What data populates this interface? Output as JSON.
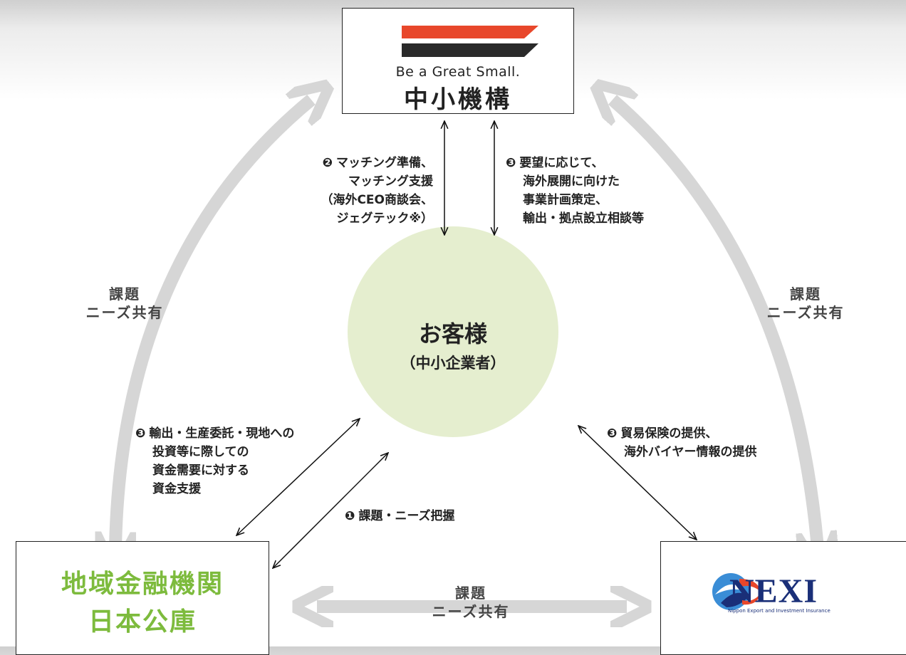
{
  "smrj": {
    "tagline": "Be a Great Small.",
    "name": "中小機構",
    "logo_colors": [
      "#e8472b",
      "#2a2a2a"
    ]
  },
  "customer": {
    "title": "お客様",
    "subtitle": "（中小企業者）",
    "color": "#e5eecf"
  },
  "bank": {
    "line1": "地域金融機関",
    "line2": "日本公庫",
    "color": "#7dbb3d"
  },
  "nexi": {
    "name": "NEXI",
    "subtitle": "Nippon Export and Investment Insurance",
    "colors": [
      "#1a2f78",
      "#e8472b",
      "#3a8dd6"
    ]
  },
  "labels": {
    "matching": {
      "number": "❷",
      "lines": [
        "マッチング準備、",
        "マッチング支援",
        "（海外CEO商談会、",
        "ジェグテック※）"
      ]
    },
    "plan": {
      "number": "❸",
      "lines": [
        "要望に応じて、",
        "海外展開に向けた",
        "事業計画策定、",
        "輸出・拠点設立相談等"
      ]
    },
    "finance": {
      "number": "❸",
      "lines": [
        "輸出・生産委託・現地への",
        "投資等に際しての",
        "資金需要に対する",
        "資金支援"
      ]
    },
    "insurance": {
      "number": "❸",
      "lines": [
        "貿易保険の提供、",
        "海外バイヤー情報の提供"
      ]
    },
    "needs": {
      "number": "❶",
      "lines": [
        "課題・ニーズ把握"
      ]
    }
  },
  "share_label": {
    "line1": "課題",
    "line2": "ニーズ共有"
  },
  "arrow_color": "#d6d6d6"
}
